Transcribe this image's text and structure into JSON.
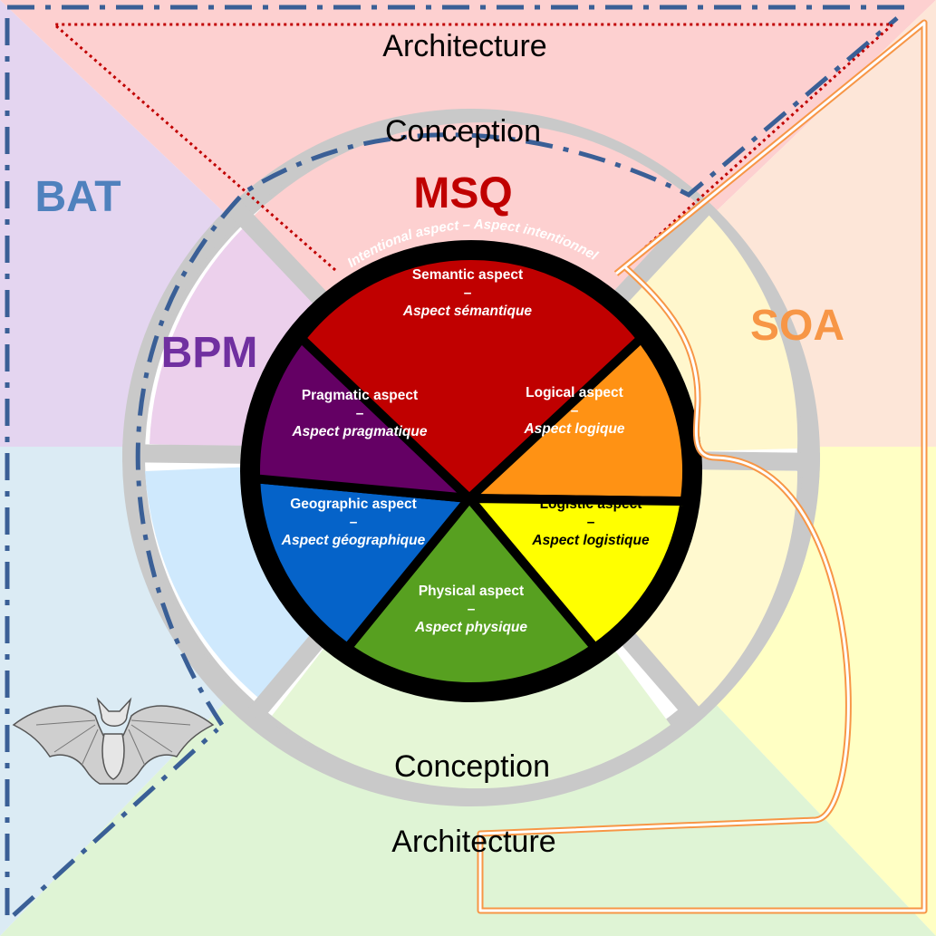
{
  "diagram": {
    "outer_labels": {
      "top": "Architecture",
      "bottom": "Architecture"
    },
    "ring_labels": {
      "top": "Conception",
      "bottom": "Conception"
    },
    "frameworks": [
      {
        "id": "bat",
        "label": "BAT",
        "color": "#4f81bd"
      },
      {
        "id": "msq",
        "label": "MSQ",
        "color": "#c00000"
      },
      {
        "id": "bpm",
        "label": "BPM",
        "color": "#7030a0"
      },
      {
        "id": "soa",
        "label": "SOA",
        "color": "#f79646"
      }
    ],
    "arc_label": "Intentional aspect – Aspect intentionnel",
    "aspects": [
      {
        "id": "semantic",
        "name": "Semantic aspect",
        "dash": "–",
        "translation": "Aspect sémantique",
        "color": "#c00000"
      },
      {
        "id": "logical",
        "name": "Logical aspect",
        "dash": "–",
        "translation": "Aspect logique",
        "color": "#ff9214"
      },
      {
        "id": "logistic",
        "name": "Logistic aspect",
        "dash": "–",
        "translation": "Aspect logistique",
        "color": "#ffff00"
      },
      {
        "id": "physical",
        "name": "Physical aspect",
        "dash": "–",
        "translation": "Aspect physique",
        "color": "#57a020"
      },
      {
        "id": "geographic",
        "name": "Geographic aspect",
        "dash": "–",
        "translation": "Aspect géographique",
        "color": "#0563c9"
      },
      {
        "id": "pragmatic",
        "name": "Pragmatic aspect",
        "dash": "–",
        "translation": "Aspect pragmatique",
        "color": "#640064"
      }
    ]
  }
}
